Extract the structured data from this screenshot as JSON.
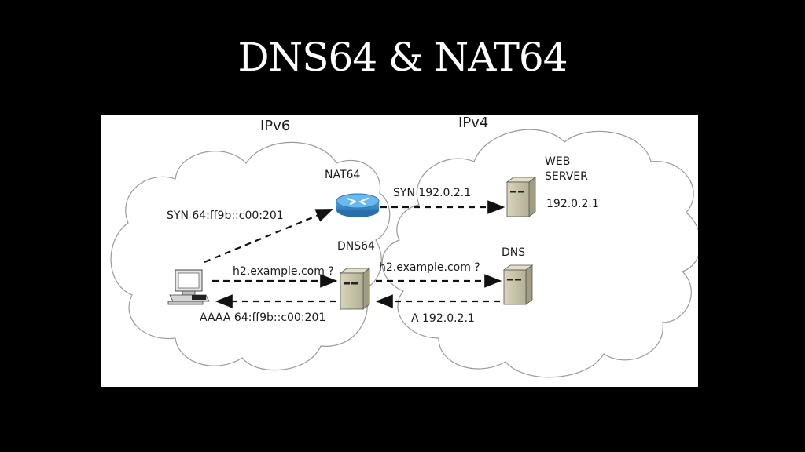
{
  "slide": {
    "title": "DNS64 & NAT64"
  },
  "diagram": {
    "zones": {
      "ipv6": "IPv6",
      "ipv4": "IPv4"
    },
    "nodes": {
      "nat64": "NAT64",
      "dns64": "DNS64",
      "web_server_line1": "WEB",
      "web_server_line2": "SERVER",
      "web_server_ip": "192.0.2.1",
      "dns": "DNS"
    },
    "flows": {
      "client_to_nat64": "SYN 64:ff9b::c00:201",
      "nat64_to_web": "SYN 192.0.2.1",
      "client_query": "h2.example.com ?",
      "dns64_query": "h2.example.com ?",
      "dns_answer": "A 192.0.2.1",
      "dns64_answer": "AAAA 64:ff9b::c00:201"
    },
    "colors": {
      "router": "#3a8fd0",
      "server_body": "#c9c5a8",
      "cloud_stroke": "#9a9a9a"
    }
  }
}
